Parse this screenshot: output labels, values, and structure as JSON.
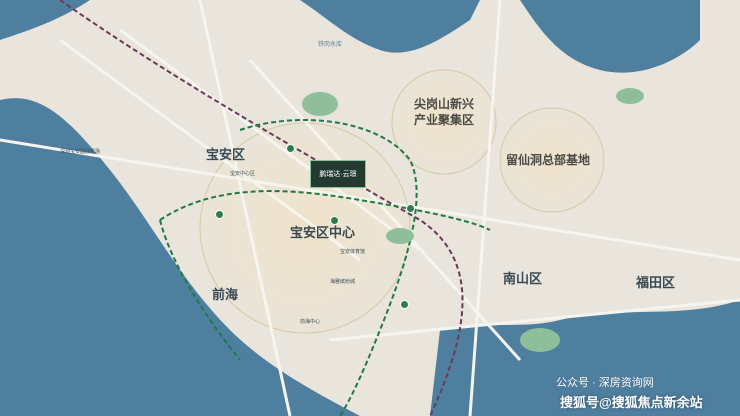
{
  "districts": {
    "baoan": "宝安区",
    "baoan_center": "宝安区中心",
    "qianhai": "前海",
    "nanshan": "南山区",
    "futian": "福田区"
  },
  "zones": {
    "jiangangshan_line1": "尖岗山新兴",
    "jiangangshan_line2": "产业聚集区",
    "liuxiandong": "留仙洞总部基地"
  },
  "project": {
    "label": "鹏瑞达·云璟"
  },
  "water": {
    "tiegang": "铁岗水库"
  },
  "small_labels": {
    "l1": "深圳宝安国际机场",
    "l2": "宝安中心区",
    "l3": "宝安体育馆",
    "l4": "海雅缤纷城",
    "l5": "前海中心"
  },
  "watermark": {
    "line1": "公众号 · 深房资询网",
    "line2": "搜狐号@搜狐焦点新余站"
  },
  "colors": {
    "sea": "#4f7f9f",
    "land": "#e9e5dc",
    "green": "#2e7d4f",
    "metro_purple": "#6a3a5a",
    "metro_green": "#1f7a46"
  }
}
